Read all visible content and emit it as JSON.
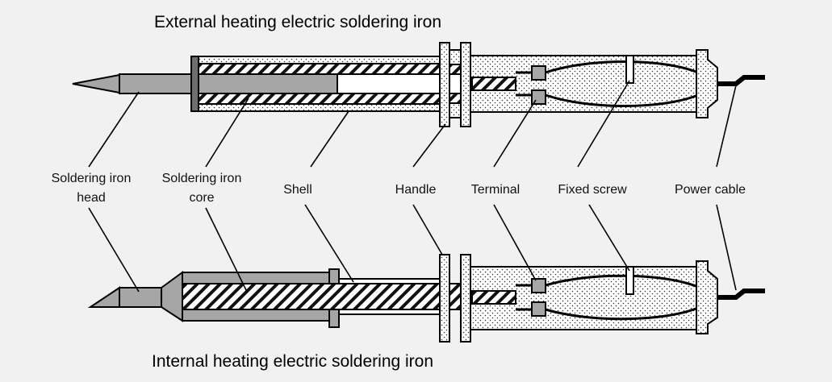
{
  "titles": {
    "external": "External heating electric soldering iron",
    "internal": "Internal heating electric soldering iron"
  },
  "labels": {
    "head_line1": "Soldering iron",
    "head_line2": "head",
    "core_line1": "Soldering iron",
    "core_line2": "core",
    "shell": "Shell",
    "handle": "Handle",
    "terminal": "Terminal",
    "fixed_screw": "Fixed screw",
    "power_cable": "Power cable"
  },
  "colors": {
    "background": "#f1f1f1",
    "metal_grey": "#a6a6a6",
    "dark_grey": "#6e6e6e",
    "stipple_bg": "#ffffff",
    "line": "#000000"
  }
}
